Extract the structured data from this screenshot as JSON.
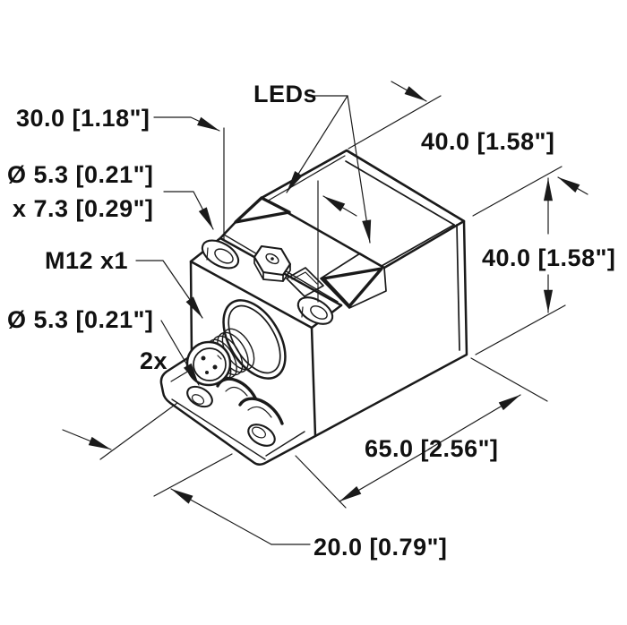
{
  "title": "Sensor dimensional drawing",
  "labels": {
    "head_length": "30.0 [1.18\"]",
    "counterbore_dia": "Ø 5.3 [0.21\"]",
    "counterbore_depth": "x 7.3 [0.29\"]",
    "connector_thread": "M12 x1",
    "mounting_hole_dia": "Ø 5.3 [0.21\"]",
    "mounting_hole_count": "2x",
    "leds": "LEDs",
    "width_top": "40.0 [1.58\"]",
    "height_right": "40.0 [1.58\"]",
    "length_overall": "65.0 [2.56\"]",
    "flange_depth": "20.0 [0.79\"]"
  },
  "colors": {
    "line": "#1a1a1a",
    "text": "#111111",
    "background": "#ffffff"
  }
}
